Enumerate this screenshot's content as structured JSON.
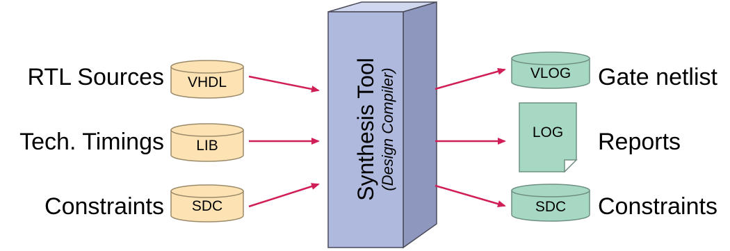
{
  "colors": {
    "input_fill": "#FDE3B4",
    "input_stroke": "#9B8A6A",
    "output_fill": "#A7D8C4",
    "output_stroke": "#6F8F82",
    "tool_front": "#AEB9DD",
    "tool_side": "#8E98BE",
    "tool_top": "#D0D8F0",
    "arrow": "#D01F56"
  },
  "inputs": [
    {
      "label": "RTL Sources",
      "format": "VHDL"
    },
    {
      "label": "Tech. Timings",
      "format": "LIB"
    },
    {
      "label": "Constraints",
      "format": "SDC"
    }
  ],
  "tool": {
    "title": "Synthesis Tool",
    "subtitle": "(Design Compiler)"
  },
  "outputs": [
    {
      "label": "Gate netlist",
      "format": "VLOG",
      "shape": "cylinder"
    },
    {
      "label": "Reports",
      "format": "LOG",
      "shape": "document"
    },
    {
      "label": "Constraints",
      "format": "SDC",
      "shape": "cylinder"
    }
  ]
}
